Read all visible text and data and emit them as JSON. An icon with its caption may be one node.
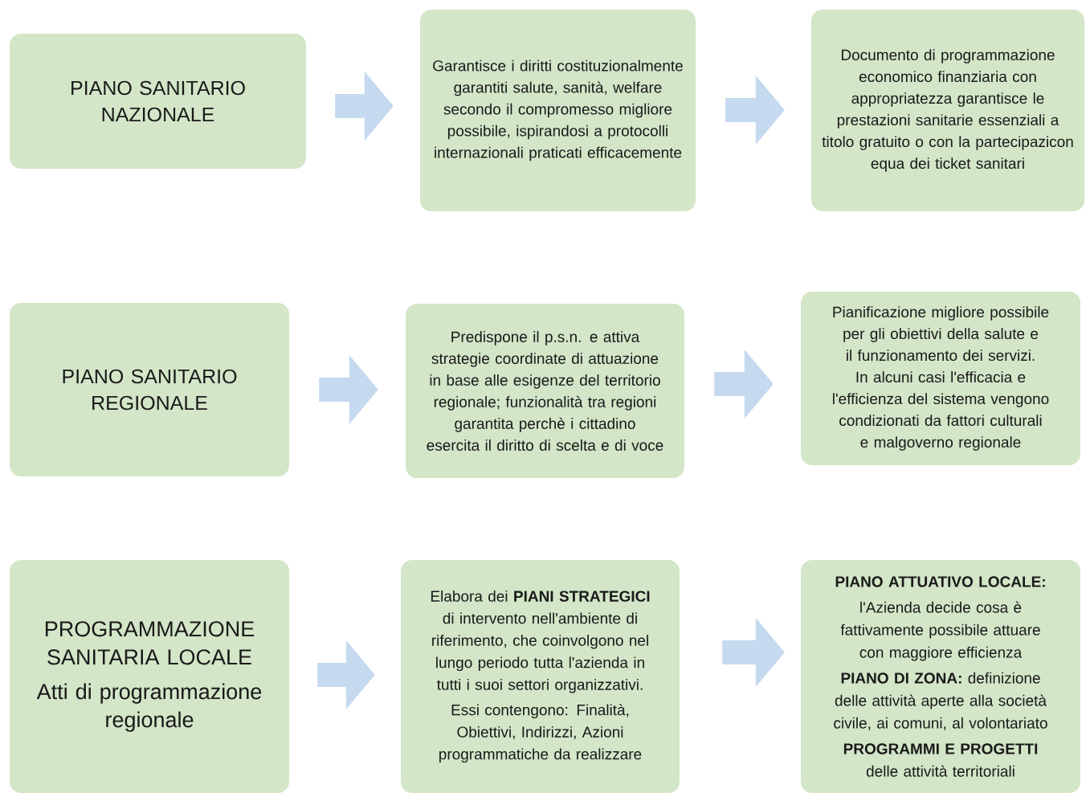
{
  "diagram": {
    "nodes": [
      {
        "text": [
          "PIANO SANITARIO NAZIONALE"
        ]
      },
      {
        "text": [
          "Garantisce i diritti costituzionalmente garantiti salute, sanità, welfare secondo il compromesso migliore possibile, ispirandosi a protocolli internazionali praticati efficacemente"
        ]
      },
      {
        "text": [
          "Documento di programmazione economico finanziaria con appropriatezza garantisce le prestazioni sanitarie essenziali a titolo gratuito o con la partecipazicon equa dei ticket sanitari"
        ]
      },
      {
        "text": [
          "PIANO SANITARIO REGIONALE"
        ]
      },
      {
        "text": [
          "Predispone il p.s.n. e attiva strategie coordinate di attuazione in base alle esigenze del territorio regionale; funzionalità tra regioni garantita perchè i cittadino esercita il diritto di scelta e di voce"
        ]
      },
      {
        "text": [
          "Pianificazione migliore possibile per gli obiettivi della salute e il funzionamento dei servizi. In alcuni casi l'efficacia e l'efficienza del sistema vengono condizionati da fattori culturali e malgoverno regionale"
        ]
      },
      {
        "text": [
          "PROGRAMMAZIONE SANITARIA LOCALE",
          "Atti di programmazione regionale"
        ]
      },
      {
        "text": [
          "Elabora dei **PIANI STRATEGICI** di intervento nell'ambiente di riferimento, che coinvolgono nel lungo periodo tutta l'azienda in tutti i suoi settori organizzativi.",
          "Essi contengono: Finalità, Obiettivi, Indirizzi, Azioni programmatiche da realizzare"
        ]
      },
      {
        "text": [
          "PIANO ATTUATIVO LOCALE:",
          "l'Azienda decide cosa è fattivamente possibile attuare con maggiore efficienza",
          "**PIANO DI ZONA:** definizione delle attività aperte alla società civile, ai comuni, al volontariato",
          "**PROGRAMMI E PROGETTI** delle attività territoriali"
        ]
      }
    ],
    "edges": [
      {
        "from": 0,
        "to": 1,
        "arrow": "to"
      },
      {
        "from": 1,
        "to": 2,
        "arrow": "to"
      },
      {
        "from": 3,
        "to": 4,
        "arrow": "to"
      },
      {
        "from": 4,
        "to": 5,
        "arrow": "to"
      },
      {
        "from": 6,
        "to": 7,
        "arrow": "to"
      },
      {
        "from": 7,
        "to": 8,
        "arrow": "to"
      }
    ]
  }
}
